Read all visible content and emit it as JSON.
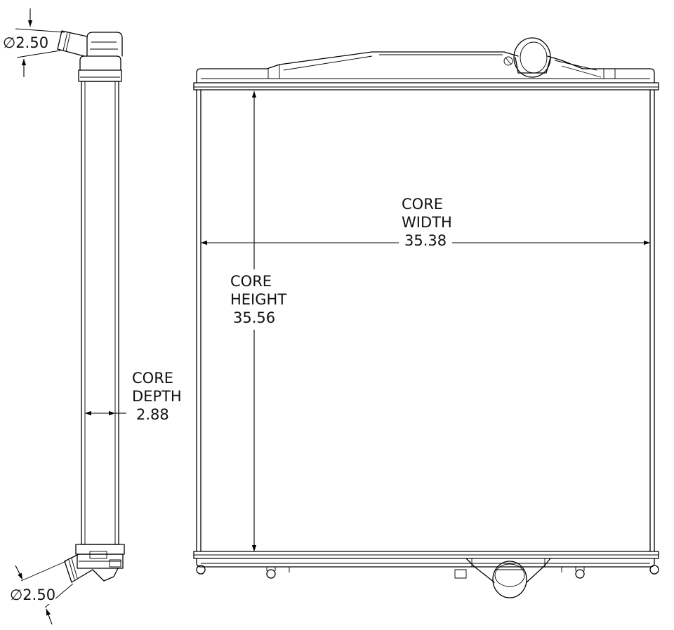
{
  "dimensions": {
    "inlet_diameter": {
      "symbol": "∅",
      "value": "2.50"
    },
    "outlet_diameter": {
      "symbol": "∅",
      "value": "2.50"
    },
    "core_depth": {
      "line1": "CORE",
      "line2": "DEPTH",
      "value": "2.88"
    },
    "core_height": {
      "line1": "CORE",
      "line2": "HEIGHT",
      "value": "35.56"
    },
    "core_width": {
      "line1": "CORE",
      "line2": "WIDTH",
      "value": "35.38"
    }
  }
}
